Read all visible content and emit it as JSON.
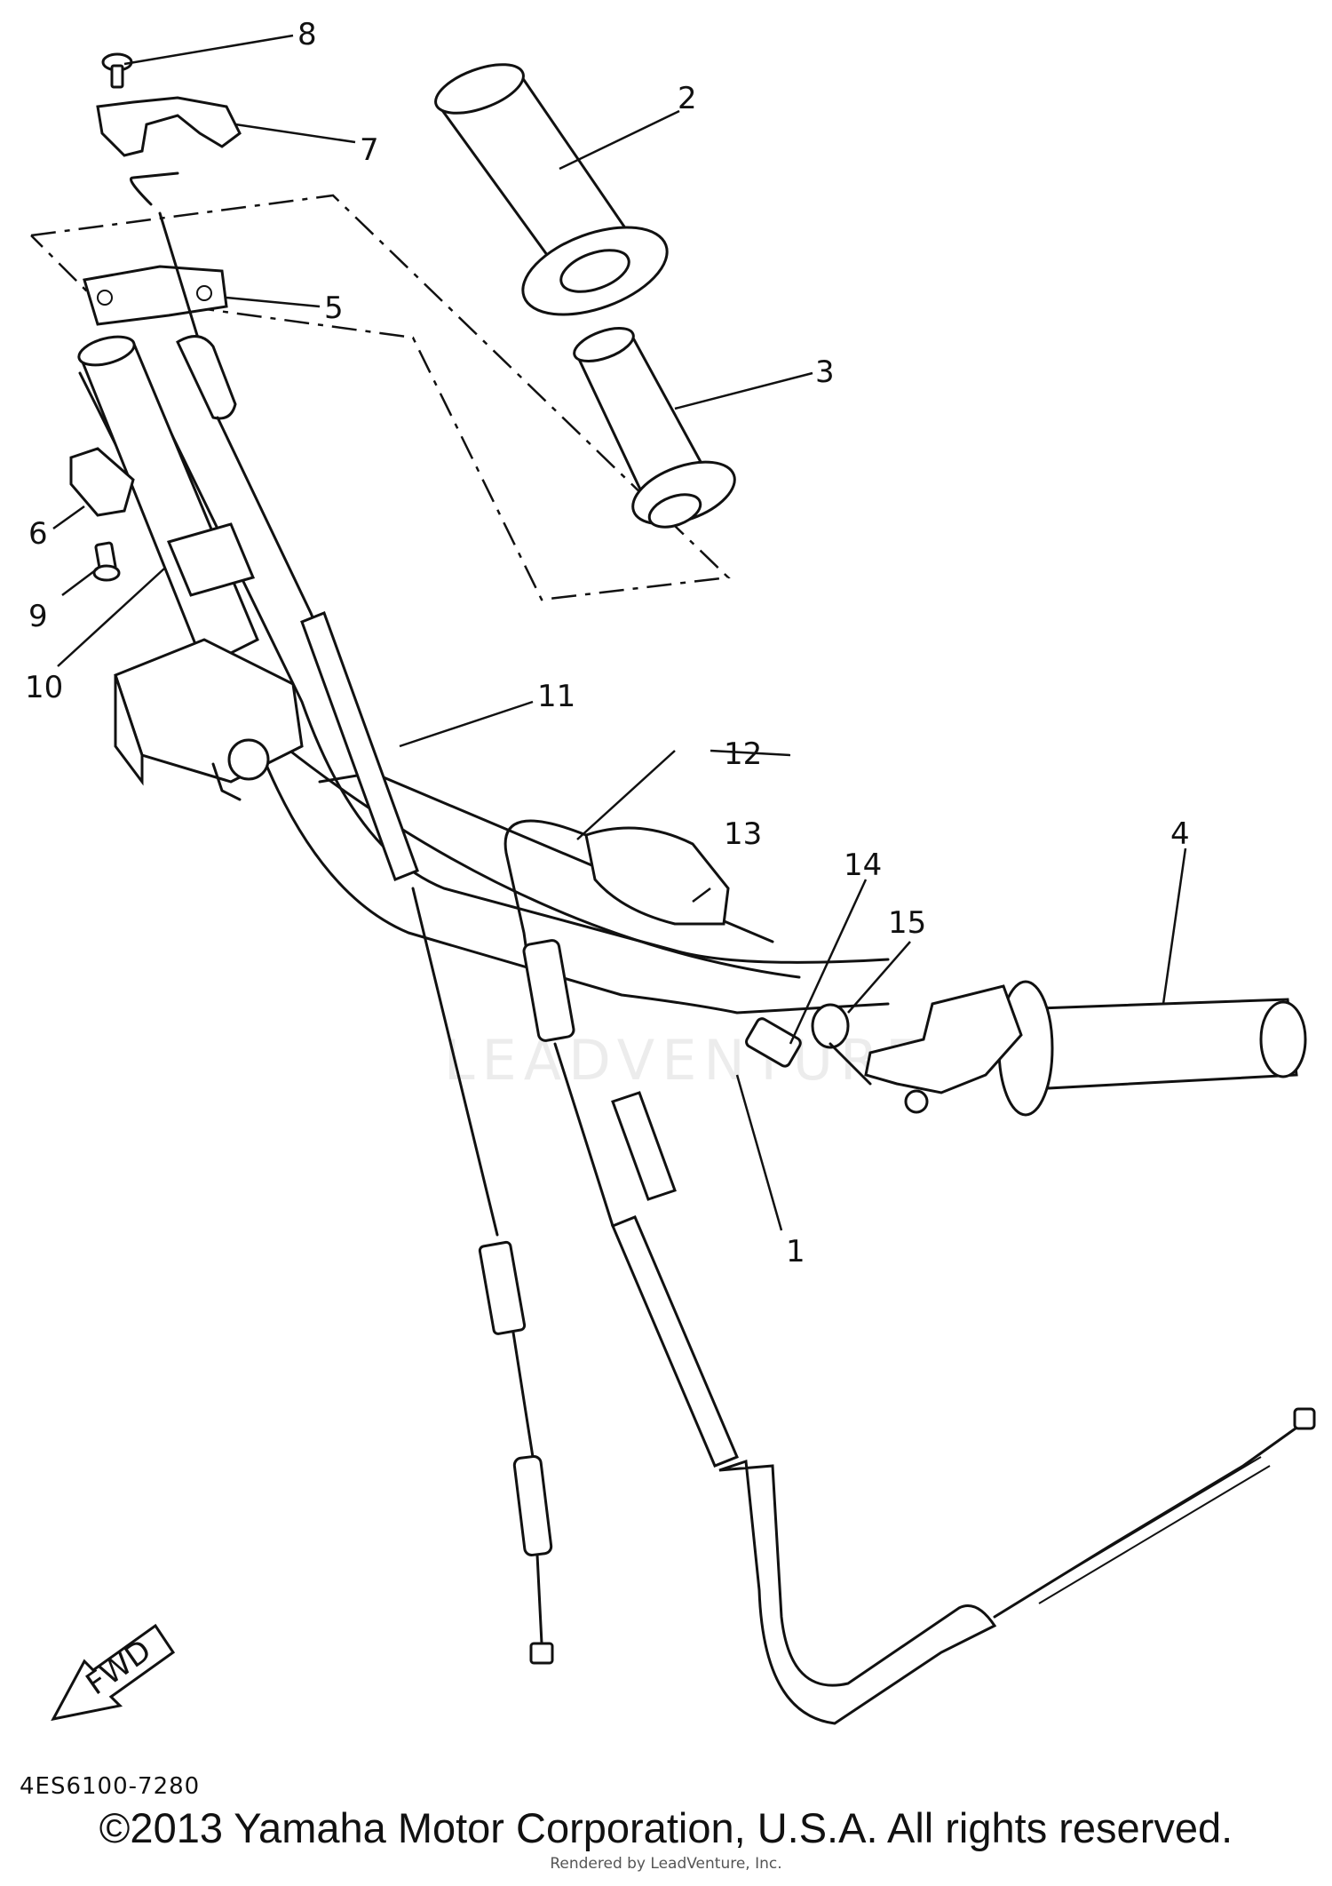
{
  "diagram": {
    "callouts": [
      {
        "id": "1",
        "label": "1"
      },
      {
        "id": "2",
        "label": "2"
      },
      {
        "id": "3",
        "label": "3"
      },
      {
        "id": "4",
        "label": "4"
      },
      {
        "id": "5",
        "label": "5"
      },
      {
        "id": "6",
        "label": "6"
      },
      {
        "id": "7",
        "label": "7"
      },
      {
        "id": "8",
        "label": "8"
      },
      {
        "id": "9",
        "label": "9"
      },
      {
        "id": "10",
        "label": "10"
      },
      {
        "id": "11",
        "label": "11"
      },
      {
        "id": "12",
        "label": "12"
      },
      {
        "id": "13",
        "label": "13"
      },
      {
        "id": "14",
        "label": "14"
      },
      {
        "id": "15",
        "label": "15"
      }
    ],
    "fwd_label": "FWD",
    "drawing_code": "4ES6100-7280",
    "watermark": "LEADVENTURE"
  },
  "footer": {
    "copyright": "©2013 Yamaha Motor Corporation, U.S.A. All rights reserved.",
    "rendered_by": "Rendered by LeadVenture, Inc."
  }
}
